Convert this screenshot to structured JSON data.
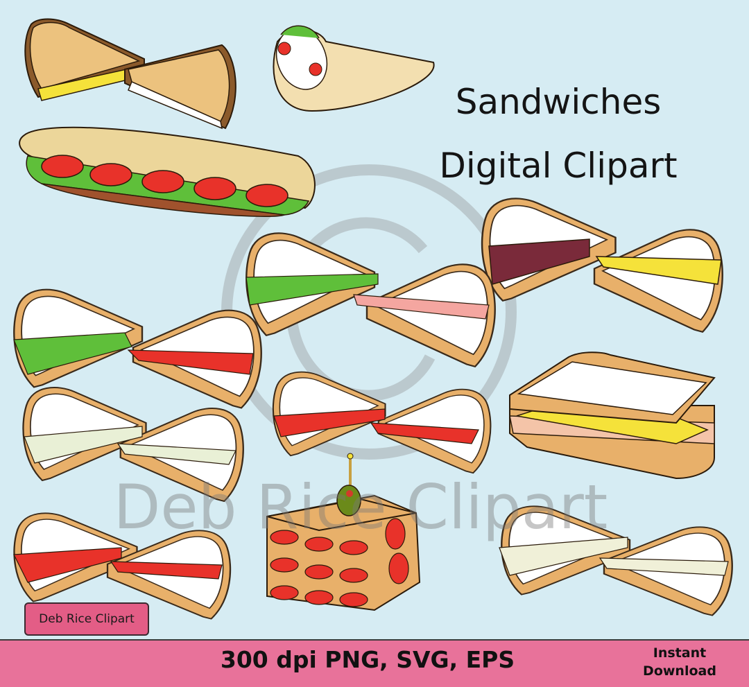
{
  "title": {
    "line1": "Sandwiches",
    "line2": "Digital Clipart"
  },
  "watermark": {
    "symbol": "copyright-symbol",
    "text": "Deb Rice Clipart"
  },
  "badge": {
    "label": "Deb Rice Clipart"
  },
  "footer": {
    "formats": "300 dpi PNG, SVG, EPS",
    "instant_line1": "Instant",
    "instant_line2": "Download"
  },
  "colors": {
    "background": "#d6ecf3",
    "footer": "#e8729a",
    "badge": "#e35d86",
    "crust": "#e8b06a",
    "bread": "#ffffff",
    "tomato": "#e8322a",
    "lettuce": "#5fbf3a",
    "cheese": "#f5e23a"
  },
  "items": [
    "grilled-cheese-sandwich",
    "wrap-sandwich",
    "sub-sandwich",
    "salami-sandwich",
    "cucumber-ham-sandwich",
    "blt-sandwich",
    "ham-cheese-sandwich",
    "tomato-sandwich",
    "egg-salad-sandwich",
    "club-sandwich",
    "tomato-sandwich-small",
    "chicken-salad-sandwich"
  ]
}
